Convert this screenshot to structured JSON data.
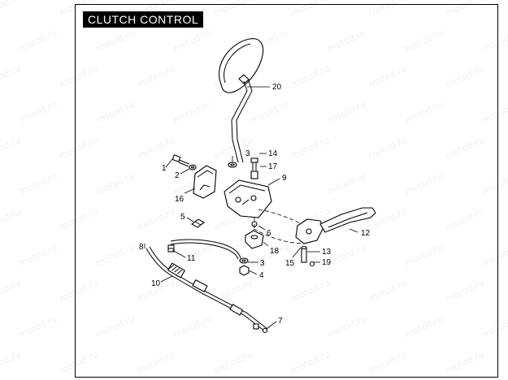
{
  "diagram": {
    "title": "CLUTCH CONTROL",
    "watermark": "motod.ru",
    "callouts": [
      "1",
      "2",
      "3",
      "14",
      "17",
      "9",
      "16",
      "20",
      "5",
      "6",
      "18",
      "15",
      "13",
      "19",
      "12",
      "8",
      "11",
      "3",
      "4",
      "10",
      "7"
    ]
  }
}
